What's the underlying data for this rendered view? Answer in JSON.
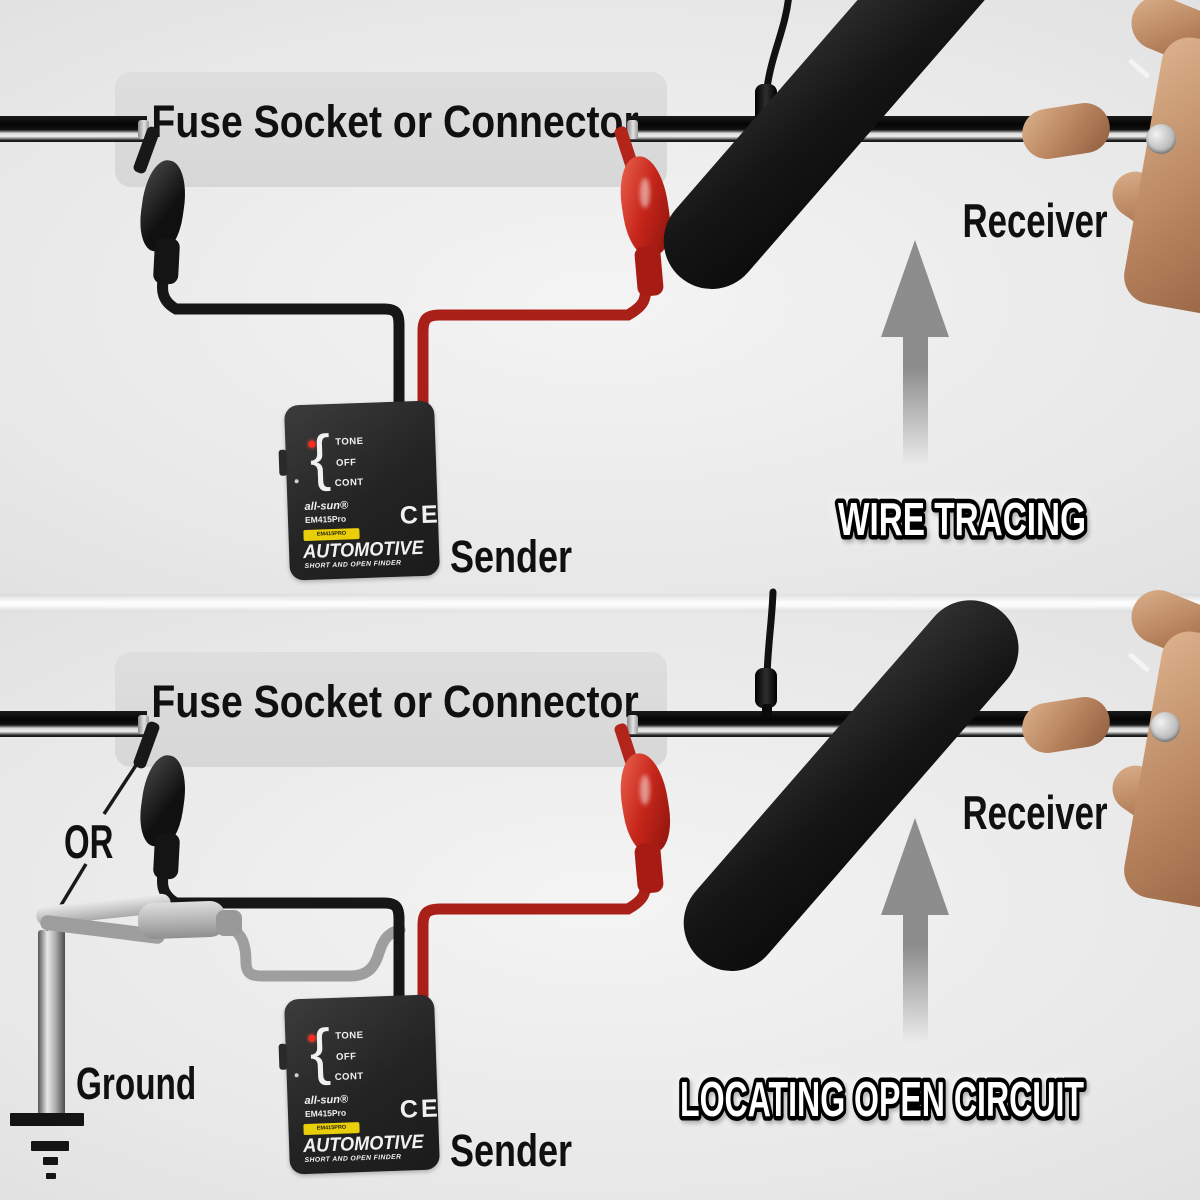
{
  "titles": {
    "top": "WIRE TRACING",
    "bottom": "LOCATING OPEN CIRCUIT"
  },
  "labels": {
    "fuse_box": "Fuse Socket or Connector",
    "receiver": "Receiver",
    "sender": "Sender",
    "ground": "Ground",
    "or": "OR"
  },
  "device": {
    "brace": "{",
    "tone": "TONE",
    "off": "OFF",
    "cont": "CONT",
    "brand_line1": "all-sun®",
    "brand_line2": "EM415Pro",
    "badge_text": "EM415PRO",
    "ce_mark": "CE",
    "product_name": "AUTOMOTIVE",
    "product_subtitle": "SHORT AND OPEN FINDER"
  },
  "colors": {
    "background": "#e9e9e9",
    "fuse_box": "#dbdbdb",
    "cable_black": "#161616",
    "cable_red": "#a82017",
    "cable_gray": "#9e9e9e",
    "arrow_gray": "#8d8d8d",
    "badge_yellow": "#e8cf0a",
    "led_red": "#ff2a1e"
  }
}
